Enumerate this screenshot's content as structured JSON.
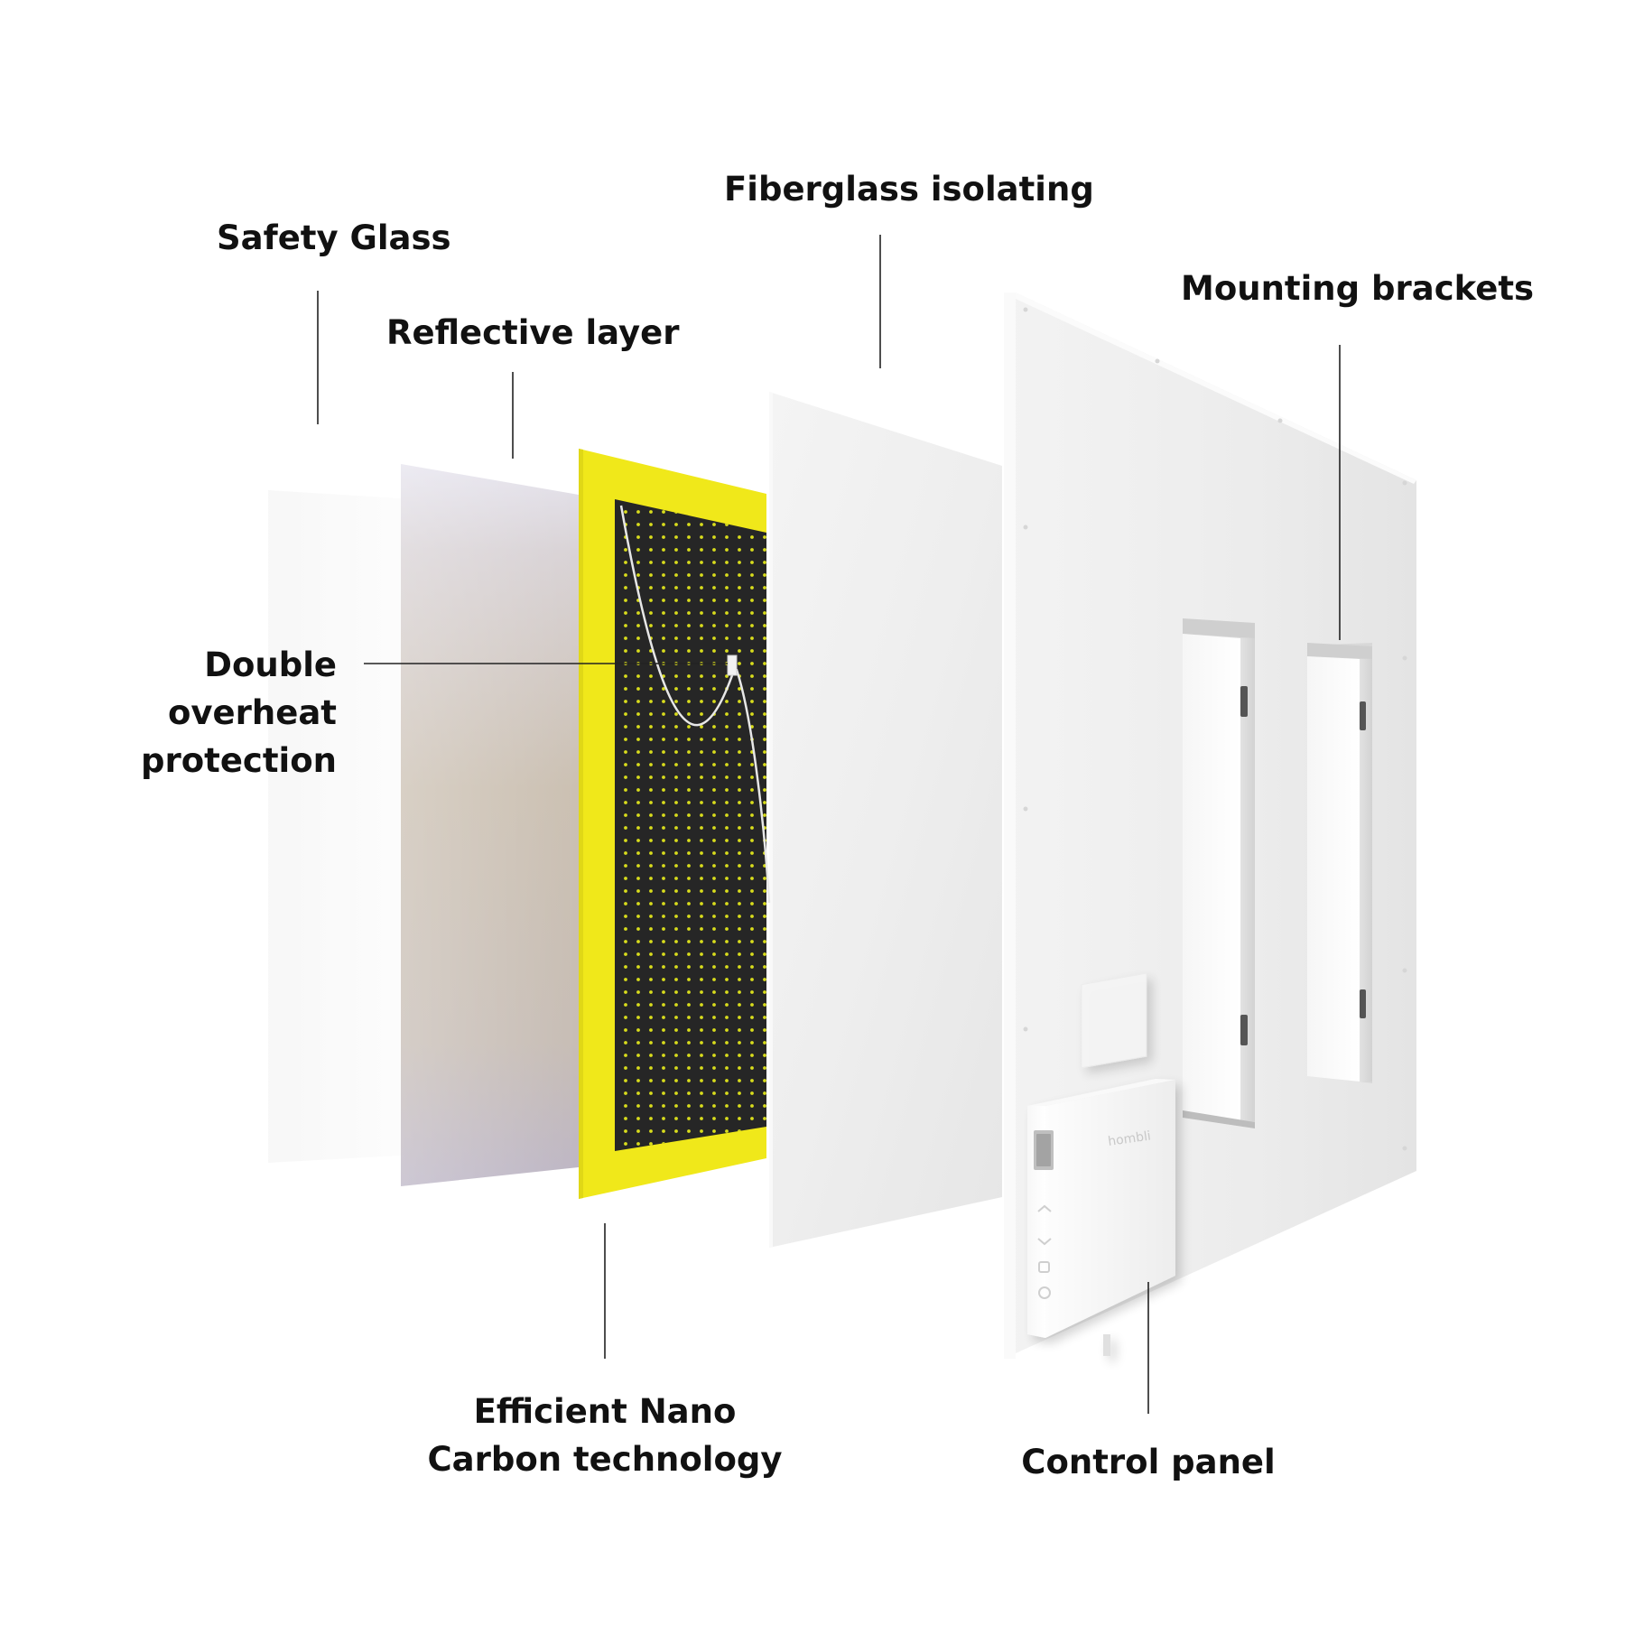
{
  "labels": {
    "safety_glass": "Safety Glass",
    "reflective_layer": "Reflective layer",
    "fiberglass": "Fiberglass isolating",
    "mounting_brackets": "Mounting brackets",
    "overheat": [
      "Double",
      "overheat",
      "protection"
    ],
    "nano_carbon": [
      "Efficient Nano",
      "Carbon technology"
    ],
    "control_panel": "Control panel"
  },
  "device_brand": "hombli",
  "colors": {
    "heating_yellow": "#f0e81a",
    "carbon_black": "#262626",
    "carbon_dot": "#d8dc1c",
    "leader_line": "#222222",
    "label_text": "#111111"
  }
}
